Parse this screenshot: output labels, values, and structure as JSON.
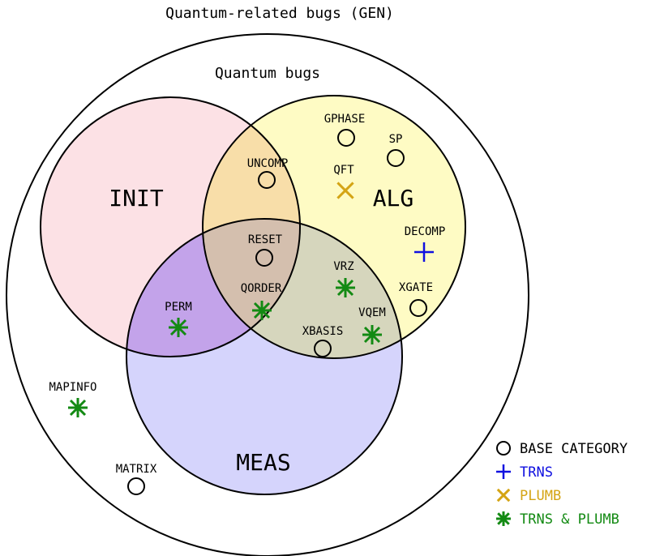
{
  "title": "Quantum-related bugs (GEN)",
  "inner_title": "Quantum bugs",
  "sets": {
    "init": {
      "label": "INIT",
      "color": "#fbd7dc"
    },
    "alg": {
      "label": "ALG",
      "color": "#fdfab0"
    },
    "meas": {
      "label": "MEAS",
      "color": "#c3c2fb"
    }
  },
  "bugs": [
    {
      "label": "GPHASE",
      "type": "base"
    },
    {
      "label": "SP",
      "type": "base"
    },
    {
      "label": "UNCOMP",
      "type": "base"
    },
    {
      "label": "QFT",
      "type": "plumb"
    },
    {
      "label": "DECOMP",
      "type": "trns"
    },
    {
      "label": "RESET",
      "type": "base"
    },
    {
      "label": "VRZ",
      "type": "both"
    },
    {
      "label": "QORDER",
      "type": "both"
    },
    {
      "label": "XGATE",
      "type": "base"
    },
    {
      "label": "PERM",
      "type": "both"
    },
    {
      "label": "VQEM",
      "type": "both"
    },
    {
      "label": "XBASIS",
      "type": "base"
    },
    {
      "label": "MAPINFO",
      "type": "both"
    },
    {
      "label": "MATRIX",
      "type": "base"
    }
  ],
  "legend": [
    {
      "label": "BASE CATEGORY",
      "type": "base",
      "color": "#000000"
    },
    {
      "label": "TRNS",
      "type": "trns",
      "color": "#1010e0"
    },
    {
      "label": "PLUMB",
      "type": "plumb",
      "color": "#d4a414"
    },
    {
      "label": "TRNS & PLUMB",
      "type": "both",
      "color": "#138a13"
    }
  ]
}
